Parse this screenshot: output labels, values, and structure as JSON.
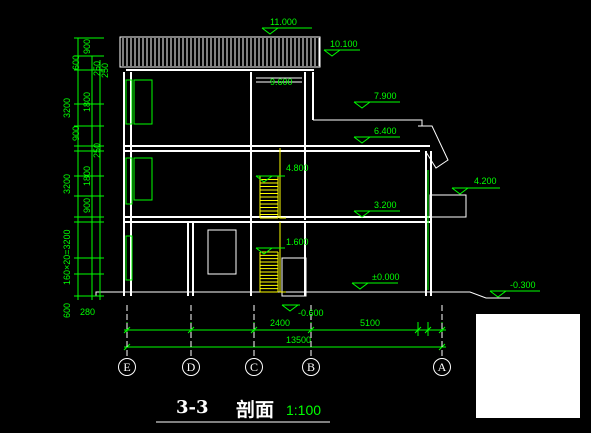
{
  "levels": {
    "roof_top": "11.000",
    "eave": "10.100",
    "third_floor": "9.600",
    "parapet": "7.900",
    "canopy": "6.400",
    "stair_landing_upper": "4.800",
    "side_canopy": "4.200",
    "second_floor": "3.200",
    "stair_landing_lower": "1.600",
    "ground": "±0.000",
    "entry_step": "-0.600",
    "outside_grade": "-0.300"
  },
  "left_dims": [
    "900",
    "600",
    "250",
    "250",
    "3200",
    "1800",
    "900",
    "250",
    "3200",
    "1800",
    "900",
    "160×20=3200",
    "600",
    "280"
  ],
  "bottom_dims": {
    "segment_1": "2400",
    "segment_2": "5100",
    "total": "13500"
  },
  "axes": [
    "E",
    "D",
    "C",
    "B",
    "A"
  ],
  "title": {
    "section": "3-3",
    "name": "剖面",
    "scale": "1:100"
  },
  "colors": {
    "background": "#000000",
    "wall": "#ffffff",
    "dimension": "#00ff00",
    "stair": "#ffff00"
  }
}
